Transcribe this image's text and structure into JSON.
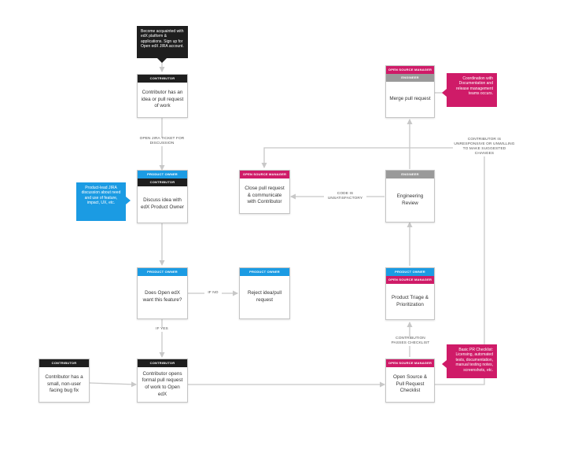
{
  "nodes": {
    "contributor_idea": {
      "headers": [
        "CONTRIBUTOR"
      ],
      "text": "Contributor has an idea or pull request of work"
    },
    "discuss_idea": {
      "headers": [
        "PRODUCT OWNER",
        "CONTRIBUTOR"
      ],
      "text": "Discuss idea with edX Product Owner"
    },
    "want_feature": {
      "headers": [
        "PRODUCT OWNER"
      ],
      "text": "Does Open edX want this feature?"
    },
    "reject": {
      "headers": [
        "PRODUCT OWNER"
      ],
      "text": "Reject idea/pull request"
    },
    "bug_fix": {
      "headers": [
        "CONTRIBUTOR"
      ],
      "text": "Contributor has a small, non-user facing bug fix"
    },
    "opens_pr": {
      "headers": [
        "CONTRIBUTOR"
      ],
      "text": "Contributor opens formal pull request of work to Open edX"
    },
    "checklist": {
      "headers": [
        "OPEN SOURCE MANAGER"
      ],
      "text": "Open Source & Pull Request Checklist"
    },
    "triage": {
      "headers": [
        "PRODUCT OWNER",
        "OPEN SOURCE MANAGER"
      ],
      "text": "Product Triage & Prioritization"
    },
    "eng_review": {
      "headers": [
        "ENGINEER"
      ],
      "text": "Engineering Review"
    },
    "close_pr": {
      "headers": [
        "OPEN SOURCE MANAGER"
      ],
      "text": "Close pull request & communicate with Contributor"
    },
    "merge": {
      "headers": [
        "OPEN SOURCE MANAGER",
        "ENGINEER"
      ],
      "text": "Merge pull request"
    }
  },
  "notes": {
    "jira_account": "Become acquainted with edX platform & applications. Sign up for Open edX JIRA account.",
    "product_lead": "Product-lead JIRA discussion about need and use of feature, impact, UX, etc.",
    "coordination": "Coordination with Documentation and release management teams occurs.",
    "basic_pr": "Basic PR Checklist: Licensing, automated tests, documentation, manual testing notes, screenshots, etc."
  },
  "edge_labels": {
    "open_jira": "OPEN JIRA TICKET FOR DISCUSSION",
    "if_no": "IF NO",
    "if_yes": "IF YES",
    "passes_checklist": "CONTRIBUTION PASSES CHECKLIST",
    "code_unsatisfactory": "CODE IS UNSATISFACTORY",
    "unresponsive": "CONTRIBUTOR IS UNRESPONSIVE OR UNWILLING TO MAKE SUGGESTED CHANGES"
  },
  "colors": {
    "contributor": "#1e1e1e",
    "product_owner": "#1b9be3",
    "open_source_manager": "#cf1b68",
    "engineer": "#9a9a9a",
    "connector": "#c8c8c8"
  }
}
